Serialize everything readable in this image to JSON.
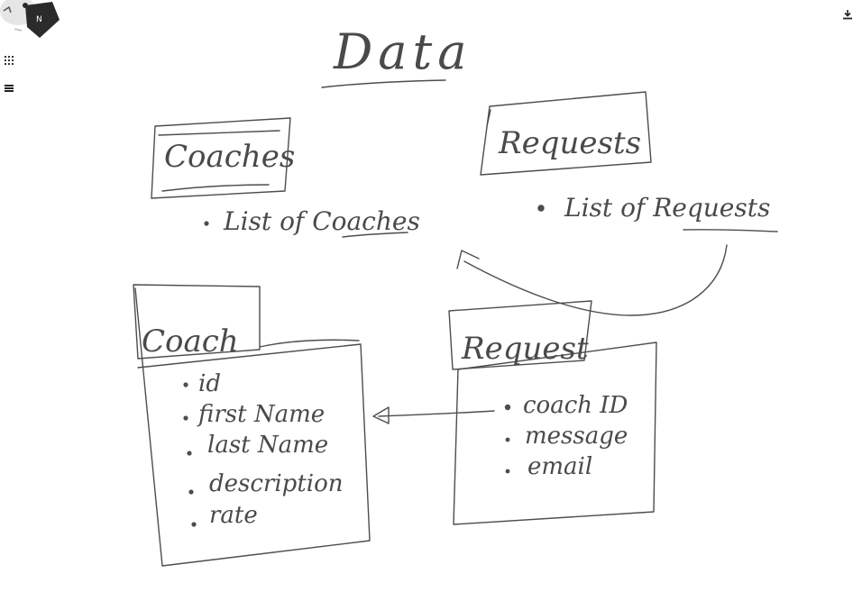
{
  "board": {
    "title": "Data",
    "coaches_box": {
      "label": "Coaches",
      "bullet": "List of Coaches"
    },
    "requests_box": {
      "label": "Requests",
      "bullet": "List of Requests"
    },
    "coach_entity": {
      "label": "Coach",
      "fields": [
        "id",
        "first Name",
        "last Name",
        "description",
        "rate"
      ]
    },
    "request_entity": {
      "label": "Request",
      "fields": [
        "coach ID",
        "message",
        "email"
      ]
    }
  },
  "toolbar": {
    "grid_icon": "grid-dots-icon",
    "menu_icon": "hamburger-menu-icon",
    "download_icon": "download-icon"
  }
}
